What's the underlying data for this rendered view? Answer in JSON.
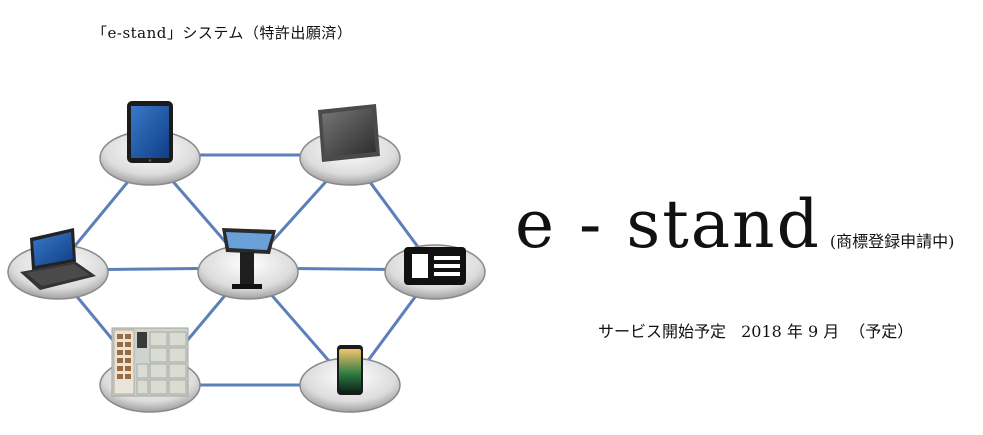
{
  "header": {
    "caption": "「e-stand」システム（特許出願済）"
  },
  "brand": {
    "name": "e - stand",
    "trademark_note": "(商標登録申請中)"
  },
  "service": {
    "label": "サービス開始予定",
    "date": "2018 年 9 月",
    "note": "（予定）"
  },
  "colors": {
    "link": "#5b7fb8",
    "platter_light": "#f2f2f2",
    "platter_dark": "#a9a9a9"
  },
  "devices": [
    {
      "id": "tablet",
      "icon": "tablet-icon"
    },
    {
      "id": "wall-monitor",
      "icon": "wall-monitor-icon"
    },
    {
      "id": "laptop",
      "icon": "laptop-icon"
    },
    {
      "id": "kiosk",
      "icon": "kiosk-terminal-icon"
    },
    {
      "id": "id-card",
      "icon": "id-card-icon"
    },
    {
      "id": "locker",
      "icon": "locker-icon"
    },
    {
      "id": "smartphone",
      "icon": "smartphone-icon"
    }
  ]
}
